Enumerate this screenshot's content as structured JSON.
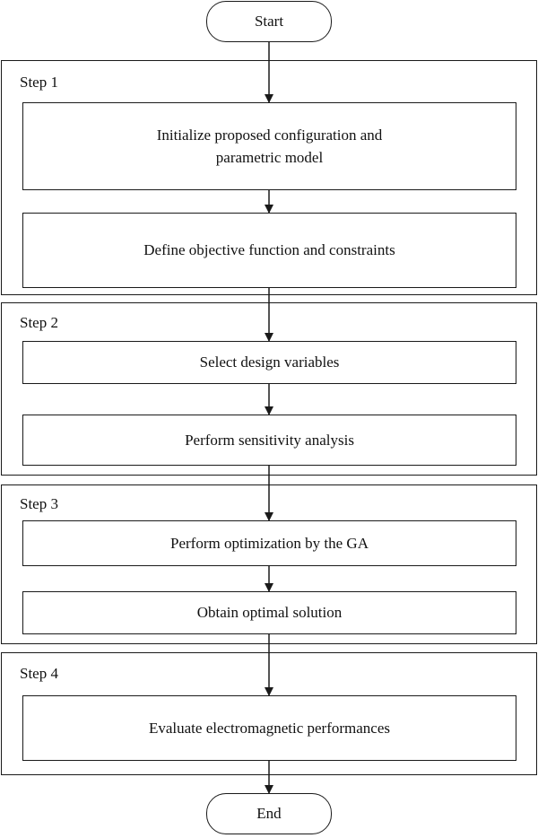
{
  "start": "Start",
  "end": "End",
  "step1": {
    "label": "Step 1",
    "box1": "Initialize proposed configuration and\nparametric model",
    "box2": "Define objective function and constraints"
  },
  "step2": {
    "label": "Step 2",
    "box1": "Select design variables",
    "box2": "Perform sensitivity analysis"
  },
  "step3": {
    "label": "Step 3",
    "box1": "Perform optimization by the GA",
    "box2": "Obtain optimal solution"
  },
  "step4": {
    "label": "Step 4",
    "box1": "Evaluate electromagnetic performances"
  }
}
